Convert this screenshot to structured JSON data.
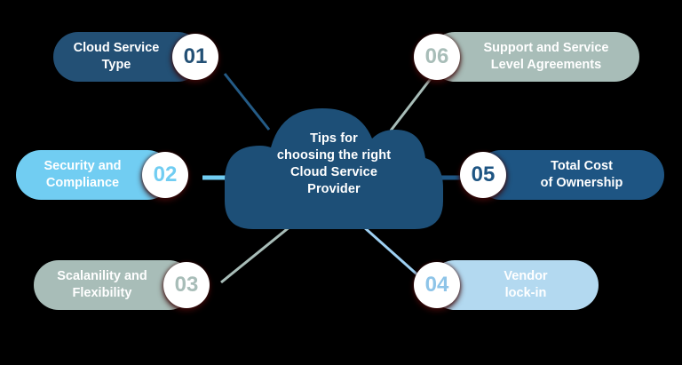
{
  "diagram": {
    "center": {
      "label": "Tips for choosing the right Cloud Service Provider",
      "line1": "Tips for",
      "line2": "choosing the right",
      "line3": "Cloud Service",
      "line4": "Provider",
      "fill_color": "#1d4f77",
      "text_color": "#ffffff"
    },
    "background_color": "#000000",
    "items": [
      {
        "number": "01",
        "line1": "Cloud Service",
        "line2": "Type",
        "pill_color": "#235075",
        "number_color": "#235075",
        "pill_text_color": "#ffffff",
        "connector_color": "#245b86"
      },
      {
        "number": "02",
        "line1": "Security and",
        "line2": "Compliance",
        "pill_color": "#71cdf2",
        "number_color": "#71cdf2",
        "pill_text_color": "#ffffff",
        "connector_color": "#71cdf2"
      },
      {
        "number": "03",
        "line1": "Scalanility and",
        "line2": "Flexibility",
        "pill_color": "#a8bdb8",
        "number_color": "#a8bdb8",
        "pill_text_color": "#ffffff",
        "connector_color": "#a8bdb8"
      },
      {
        "number": "04",
        "line1": "Vendor",
        "line2": "lock-in",
        "pill_color": "#b3d9f0",
        "number_color": "#8ec4e8",
        "pill_text_color": "#ffffff",
        "connector_color": "#9ed0f2"
      },
      {
        "number": "05",
        "line1": "Total Cost",
        "line2": "of Ownership",
        "pill_color": "#1e5583",
        "number_color": "#1e5583",
        "pill_text_color": "#ffffff",
        "connector_color": "#1e5583"
      },
      {
        "number": "06",
        "line1": "Support and Service",
        "line2": "Level Agreements",
        "pill_color": "#a8bdb8",
        "number_color": "#a8bdb8",
        "pill_text_color": "#ffffff",
        "connector_color": "#a8bdb8"
      }
    ]
  }
}
